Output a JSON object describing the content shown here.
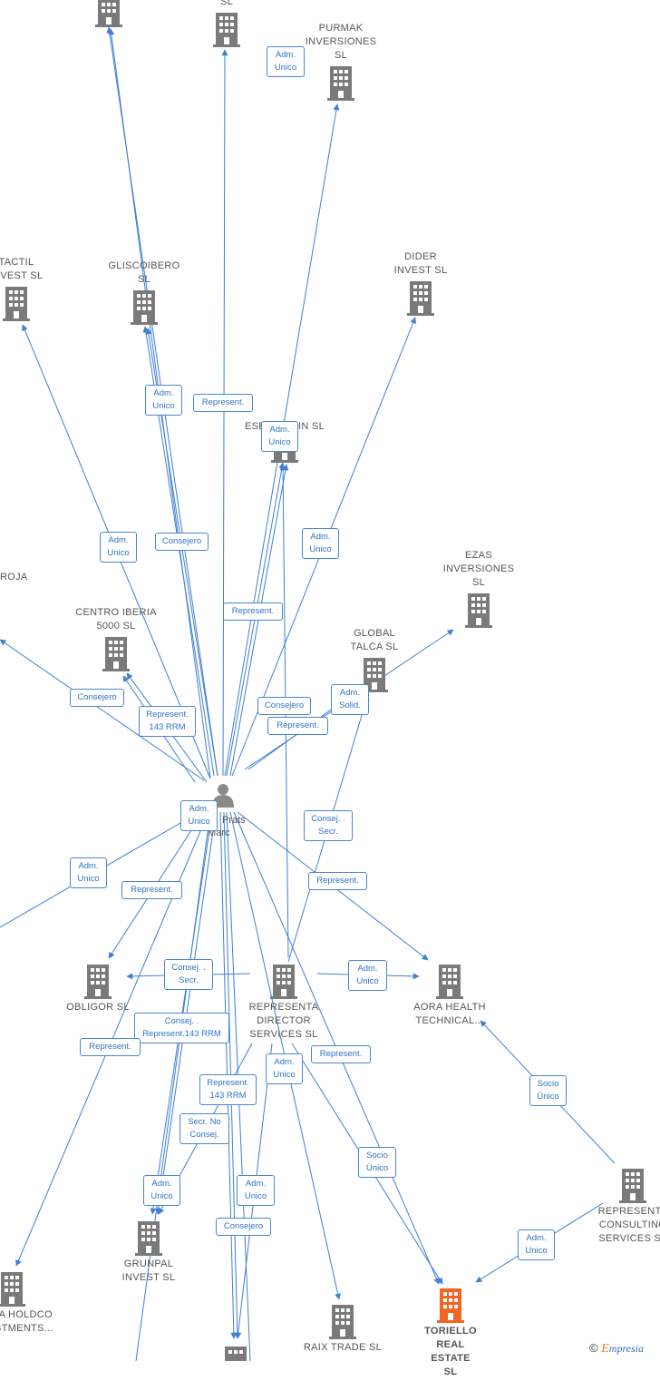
{
  "colors": {
    "edge": "#3f7fd4",
    "node_gray": "#7a7a7a",
    "node_highlight": "#f26522"
  },
  "person": {
    "label_first": "Prats",
    "label_second": "Marc"
  },
  "nodes": {
    "top_left": {
      "label": ""
    },
    "top_mid": {
      "label": "SL"
    },
    "purmak": {
      "label": "PURMAK INVERSIONES SL"
    },
    "tactil": {
      "label": "TACTIL INVEST SL"
    },
    "gliscoibero": {
      "label": "GLISCOIBERO SL"
    },
    "esbelspain": {
      "label": "ESBELSPAIN SL"
    },
    "dider": {
      "label": "DIDER INVEST SL"
    },
    "roja": {
      "label": "ROJA"
    },
    "ezas": {
      "label": "EZAS INVERSIONES SL"
    },
    "centro_iberia": {
      "label": "CENTRO IBERIA 5000 SL"
    },
    "global_talca": {
      "label": "GLOBAL TALCA SL"
    },
    "obligor": {
      "label": "OBLIGOR SL"
    },
    "representa_center": {
      "label": "REPRESENTA DIRECTOR SERVICES SL"
    },
    "aora": {
      "label": "AORA HEALTH TECHNICAL..."
    },
    "representa_right": {
      "label": "REPRESENTA CONSULTING SERVICES SL"
    },
    "grunpal": {
      "label": "GRUNPAL INVEST SL"
    },
    "flora": {
      "label": "FLORA HOLDCO INVESTMENTS..."
    },
    "raix": {
      "label": "RAIX TRADE SL"
    },
    "toriello": {
      "label": "TORIELLO REAL ESTATE SL"
    },
    "bottom_center": {
      "label": ""
    }
  },
  "edge_labels": {
    "adm_unico_purmak": "Adm. Unico",
    "adm_unico_gliscoibero": "Adm. Unico",
    "represent_top": "Represent.",
    "adm_unico_esbelspain": "Adm. Unico",
    "adm_unico_tactil": "Adm. Unico",
    "consejero_gliscoibero": "Consejero",
    "adm_unico_dider": "Adm. Unico",
    "represent_esbelspain": "Represent.",
    "consejero_roja": "Consejero",
    "represent_143_centro": "Represent. 143 RRM",
    "consejero_global": "Consejero",
    "adm_solid_global": "Adm. Solid.",
    "represent_global": "Represent.",
    "adm_unico_center": "Adm. Unico",
    "consej_secr_global": "Consej. . Secr.",
    "adm_unico_left": "Adm. Unico",
    "represent_obligor": "Represent.",
    "represent_aora": "Represent.",
    "consej_secr_obligor": "Consej. . Secr.",
    "adm_unico_aora": "Adm. Unico",
    "consej_represent_143": "Consej. . Represent.143 RRM",
    "represent_flora": "Represent.",
    "adm_unico_representa": "Adm. Unico",
    "represent_raix": "Represent.",
    "socio_unico_aora": "Socio Único",
    "represent_143_grunpal": "Represent. 143 RRM",
    "secr_no_consej": "Secr. No Consej.",
    "socio_unico_toriello": "Socio Único",
    "adm_unico_grunpal": "Adm. Unico",
    "adm_unico_bottom": "Adm. Unico",
    "consejero_bottom": "Consejero",
    "adm_unico_toriello": "Adm. Unico"
  },
  "watermark": {
    "copyright": "©",
    "brand_first": "E",
    "brand_rest": "mpresia"
  }
}
